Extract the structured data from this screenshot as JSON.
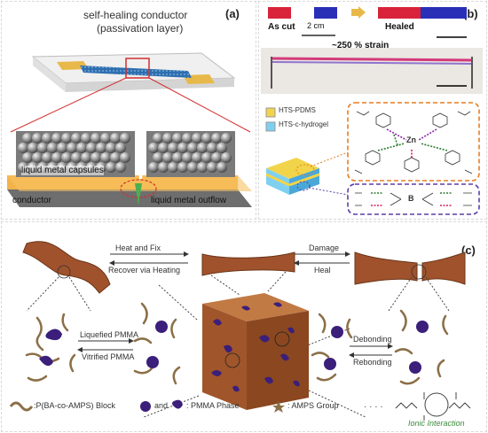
{
  "panel_a": {
    "label": "(a)",
    "title_line1": "self-healing conductor",
    "title_line2": "(passivation layer)",
    "capsules_label": "liquid metal capsules",
    "outflow_label": "liquid metal outflow",
    "conductor_label": "conductor"
  },
  "panel_b": {
    "label": "(b)",
    "as_cut": "As cut",
    "scale_2cm": "2 cm",
    "healed": "Healed",
    "strain": "~250 % strain",
    "legend_pdms": "HTS-PDMS",
    "legend_hydrogel": "HTS-c-hydrogel",
    "zn": "Zn",
    "b": "B"
  },
  "panel_c": {
    "label": "(c)",
    "heat_fix": "Heat and Fix",
    "recover": "Recover via Heating",
    "damage": "Damage",
    "heal": "Heal",
    "liquefied": "Liquefied PMMA",
    "vitrified": "Vitrified PMMA",
    "debonding": "Debonding",
    "rebonding": "Rebonding",
    "legend_block": ":P(BA-co-AMPS) Block",
    "legend_and": "and",
    "legend_pmma": ": PMMA Phase",
    "legend_amps": ": AMPS Group",
    "ionic": "Ionic Interaction"
  },
  "colors": {
    "gold": "#e8b94a",
    "brown": "#a0522d",
    "purple": "#3b1f7a",
    "orange_dash": "#e67e22",
    "violet_dash": "#5b3fa8",
    "green_text": "#3a8a3a"
  }
}
